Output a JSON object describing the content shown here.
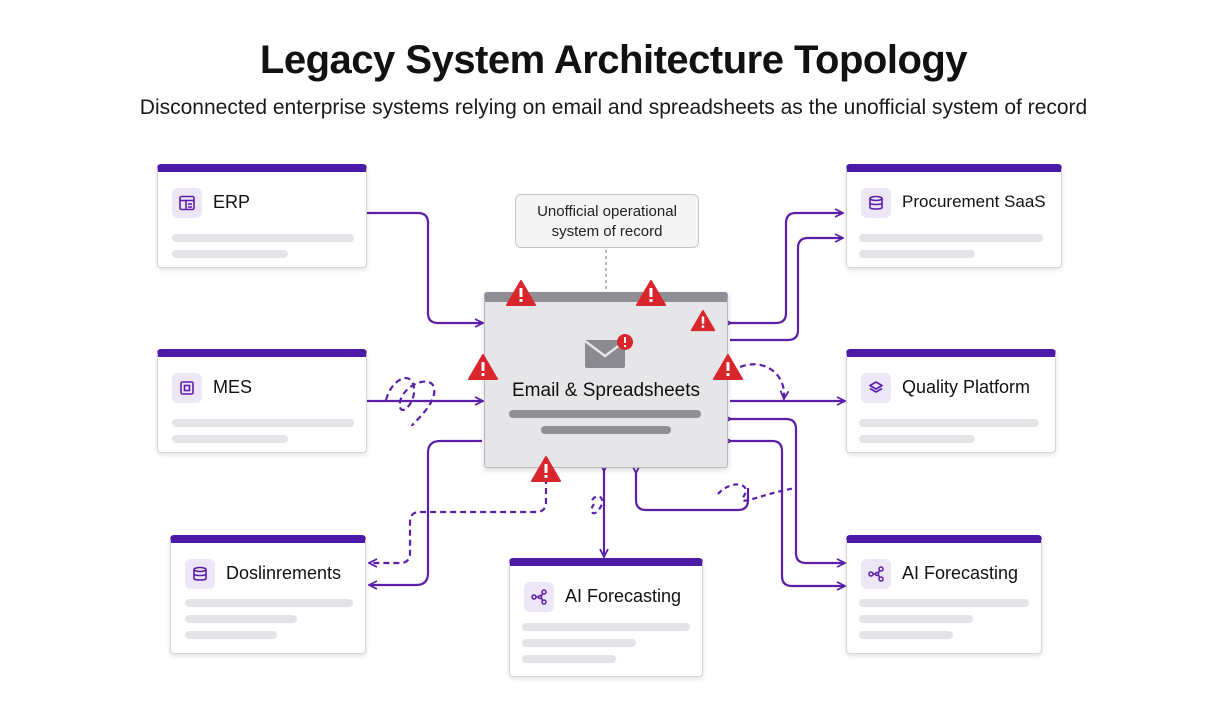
{
  "header": {
    "title": "Legacy System Architecture Topology",
    "subtitle": "Disconnected enterprise systems relying on email and spreadsheets as the unofficial system of record"
  },
  "callout": {
    "line1": "Unofficial operational",
    "line2": "system of record"
  },
  "hub": {
    "label": "Email & Spreadsheets",
    "icon": "envelope-icon"
  },
  "systems": {
    "erp": {
      "label": "ERP",
      "icon": "layout-icon"
    },
    "mes": {
      "label": "MES",
      "icon": "chip-icon"
    },
    "documents": {
      "label": "Doslinrements",
      "icon": "database-icon"
    },
    "ai_forecasting_center": {
      "label": "AI Forecasting",
      "icon": "network-icon"
    },
    "procurement": {
      "label": "Procurement SaaS",
      "icon": "database-icon"
    },
    "quality": {
      "label": "Quality Platform",
      "icon": "layers-icon"
    },
    "ai_forecasting_right": {
      "label": "AI Forecasting",
      "icon": "network-icon"
    }
  },
  "colors": {
    "accent": "#4b1aa6",
    "connector": "#5b1fa8",
    "warning": "#d8262c",
    "hub_fill": "#e6e6e9"
  }
}
